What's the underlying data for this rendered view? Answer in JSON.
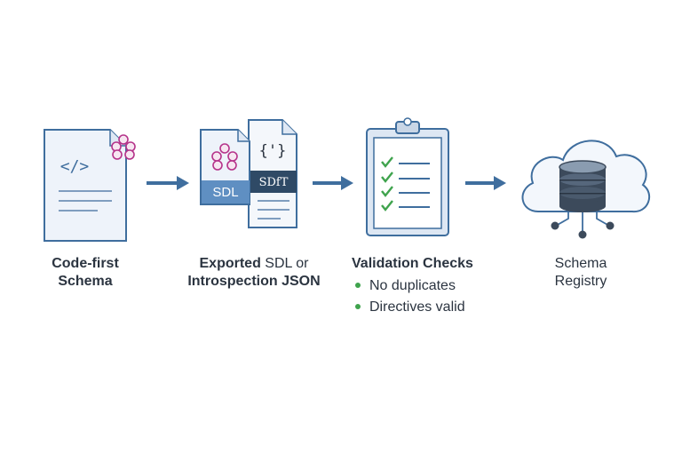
{
  "steps": [
    {
      "icon": "code-file-icon",
      "title_lines": [
        "Code-first",
        "Schema"
      ]
    },
    {
      "icon": "exported-docs-icon",
      "title_prefix": "Exported",
      "title_rest": "SDL or",
      "title_line2": "Introspection JSON"
    },
    {
      "icon": "clipboard-checklist-icon",
      "title": "Validation Checks",
      "checks": [
        "No duplicates",
        "Directives valid"
      ]
    },
    {
      "icon": "cloud-database-icon",
      "title_lines": [
        "Schema",
        "Registry"
      ]
    }
  ],
  "icon_text": {
    "code_tag": "</>",
    "sdl_badge": "SDL",
    "json_braces": "{'}",
    "sdl_dark_badge": "SDfT"
  },
  "colors": {
    "primary_blue": "#3f6e9e",
    "light_fill": "#eef3fa",
    "accent_purple": "#b5338a",
    "check_green": "#3fa34d",
    "db_dark": "#3c4a5b"
  }
}
